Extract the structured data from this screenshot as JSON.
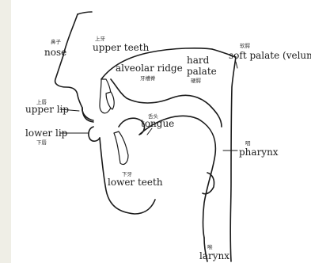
{
  "labels": {
    "nose": {
      "en": "nose",
      "zh": "鼻子"
    },
    "upper_teeth": {
      "en": "upper teeth",
      "zh": "上牙"
    },
    "alveolar_ridge": {
      "en": "alveolar ridge",
      "zh": "牙槽脊"
    },
    "hard_palate": {
      "en_line1": "hard",
      "en_line2": "palate",
      "zh": "硬腭"
    },
    "soft_palate": {
      "en": "soft palate (velum)",
      "zh": "软腭"
    },
    "upper_lip": {
      "en": "upper lip",
      "zh": "上唇"
    },
    "lower_lip": {
      "en": "lower lip",
      "zh": "下唇"
    },
    "tongue": {
      "en": "tongue",
      "zh": "舌头"
    },
    "pharynx": {
      "en": "pharynx",
      "zh": "咽"
    },
    "lower_teeth": {
      "en": "lower teeth",
      "zh": "下牙"
    },
    "larynx": {
      "en": "larynx",
      "zh": "喉"
    }
  }
}
